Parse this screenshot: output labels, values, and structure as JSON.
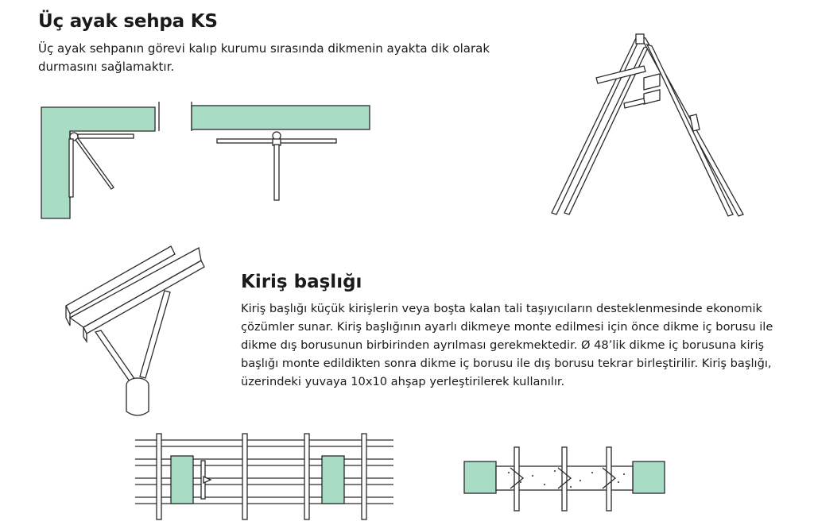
{
  "section1": {
    "title": "Üç ayak sehpa KS",
    "text": "Üç ayak sehpanın görevi kalıp kurumu sırasında dikmenin ayakta dik olarak durmasını sağlamaktır."
  },
  "section2": {
    "title": "Kiriş başlığı",
    "text": "Kiriş başlığı küçük kirişlerin veya boşta kalan tali taşıyıcıların desteklenmesinde ekonomik çözümler sunar. Kiriş başlığının ayarlı dikmeye monte edilmesi için önce dikme iç borusu ile dikme dış borusunun birbirinden ayrılması gerekmektedir. Ø 48’lik dikme iç borusuna kiriş başlığı monte edildikten sonra dikme iç borusu ile dış borusu tekrar birleştirilir. Kiriş başlığı, üzerindeki yuvaya 10x10 ahşap yerleştirilerek kullanılır."
  },
  "colors": {
    "concrete": "#a9dcc4",
    "line": "#2a2a2a"
  }
}
